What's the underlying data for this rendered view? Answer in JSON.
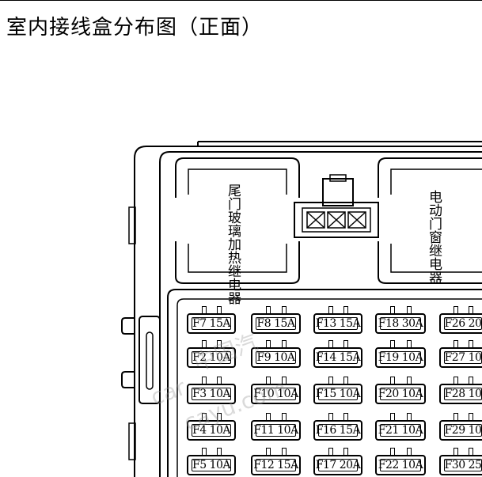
{
  "title": "室内接线盒分布图（正面）",
  "relays": {
    "left": "尾门玻璃加热继电器",
    "right": "电动门窗继电器"
  },
  "watermark": [
    "中国汽",
    "car",
    "cayu.com"
  ],
  "fuses": [
    [
      "F7 15A",
      "F8 15A",
      "F13 15A",
      "F18 30A",
      "F26 20"
    ],
    [
      "F2 10A",
      "F9 10A",
      "F14 15A",
      "F19 10A",
      "F27 10"
    ],
    [
      "F3 10A",
      "F10 10A",
      "F15 10A",
      "F20 10A",
      "F28 10"
    ],
    [
      "F4 10A",
      "F11 10A",
      "F16 15A",
      "F21 10A",
      "F29 10"
    ],
    [
      "F5 10A",
      "F12 15A",
      "F17 20A",
      "F22 10A",
      "F30 25"
    ]
  ]
}
